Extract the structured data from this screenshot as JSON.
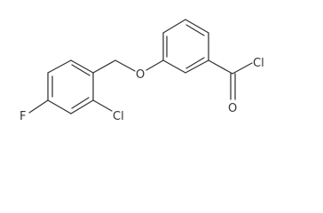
{
  "molecule": {
    "atoms": {
      "F": "F",
      "Cl_ring": "Cl",
      "O_ether": "O",
      "Cl_acyl": "Cl",
      "O_carbonyl": "O"
    }
  },
  "colors": {
    "line": "#333333",
    "background": "#ffffff"
  }
}
